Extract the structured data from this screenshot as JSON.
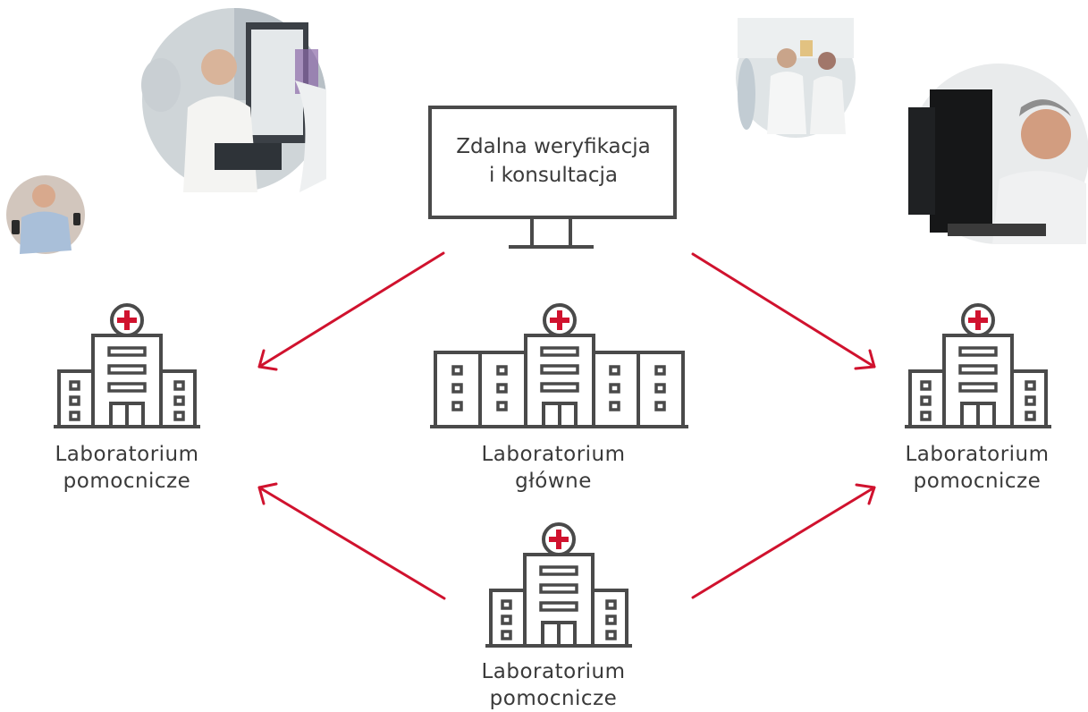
{
  "colors": {
    "accent": "#d0122e",
    "line": "#4a4a4a",
    "text": "#3a3a3a",
    "background": "#ffffff"
  },
  "monitor": {
    "icon": "monitor-icon",
    "line1": "Zdalna weryfikacja",
    "line2": "i konsultacja"
  },
  "labs": {
    "main": {
      "icon": "hospital-large-icon",
      "line1": "Laboratorium",
      "line2": "główne"
    },
    "left": {
      "icon": "hospital-icon",
      "line1": "Laboratorium",
      "line2": "pomocnicze"
    },
    "right": {
      "icon": "hospital-icon",
      "line1": "Laboratorium",
      "line2": "pomocnicze"
    },
    "bottom": {
      "icon": "hospital-icon",
      "line1": "Laboratorium",
      "line2": "pomocnicze"
    }
  },
  "photos": [
    {
      "name": "photo-presentation",
      "icon": "people-photo"
    },
    {
      "name": "photo-mobile-user",
      "icon": "person-photo"
    },
    {
      "name": "photo-lab-team",
      "icon": "people-photo"
    },
    {
      "name": "photo-computer-user",
      "icon": "person-photo"
    }
  ]
}
